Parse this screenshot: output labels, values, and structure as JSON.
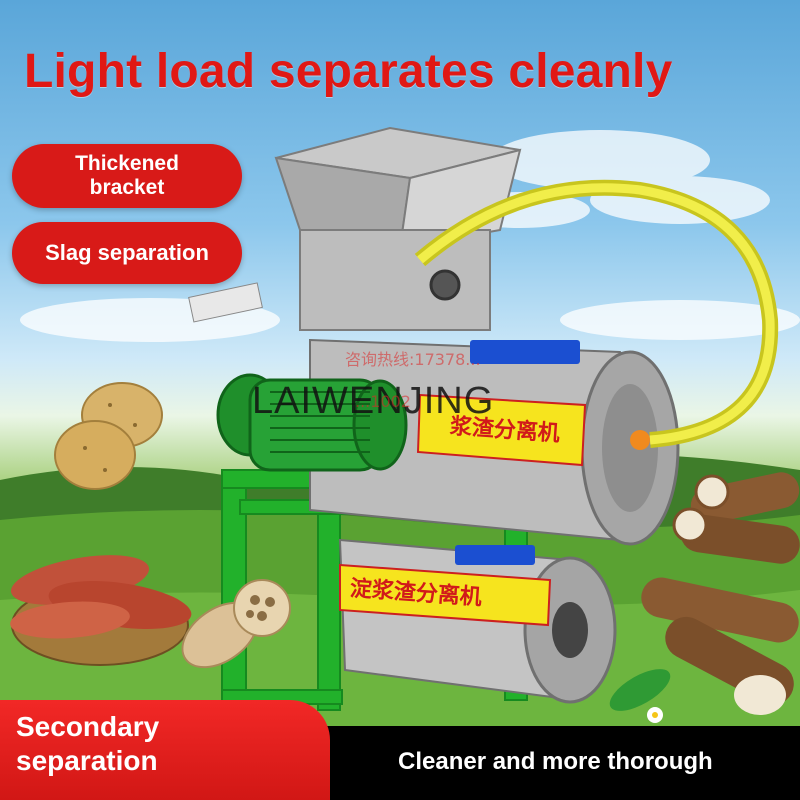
{
  "headline": "Light load separates cleanly",
  "badges": [
    {
      "label": "Thickened\nbracket"
    },
    {
      "label": "Slag separation"
    }
  ],
  "bottom": {
    "left_label_line1": "Secondary",
    "left_label_line2": "separation",
    "right_label": "Cleaner and more thorough"
  },
  "watermark": {
    "brand": "LAIWENJING",
    "phone_text": "咨询热线:17378...",
    "phone_text_2": "...1002"
  },
  "machine": {
    "upper_drum_label": "浆渣分离机",
    "lower_drum_label": "淀浆渣分离机"
  },
  "colors": {
    "accent_red": "#e01815",
    "frame_green": "#22b12b",
    "hose_yellow": "#e6e32b",
    "motor_green": "#27a236"
  },
  "icons": [
    "potato-icon",
    "sweet-potato-basket-icon",
    "lotus-root-icon",
    "cassava-icon",
    "motor-icon",
    "hose-icon"
  ]
}
